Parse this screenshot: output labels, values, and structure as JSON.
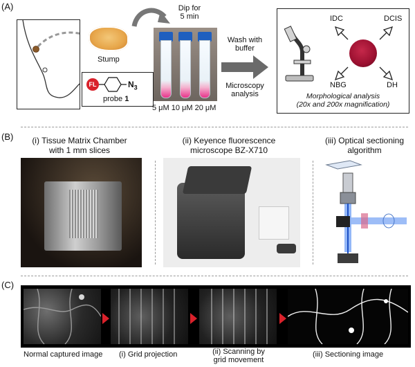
{
  "panel_a": {
    "letter": "(A)",
    "stump_label": "Stump",
    "dip_label_line1": "Dip for",
    "dip_label_line2": "5 min",
    "fl_badge": "FL",
    "azide_label": "N",
    "azide_sub": "3",
    "probe_label": "probe",
    "probe_number": "1",
    "concentrations": "5 μM 10 μM 20 μM",
    "wash_line1": "Wash with",
    "wash_line2": "buffer",
    "micro_line1": "Microscopy",
    "micro_line2": "analysis",
    "outcomes": {
      "idc": "IDC",
      "dcis": "DCIS",
      "nbg": "NBG",
      "dh": "DH"
    },
    "morph_line1": "Morphological analysis",
    "morph_line2": "(20x and 200x magnification)"
  },
  "panel_b": {
    "letter": "(B)",
    "i_line1": "(i) Tissue Matrix Chamber",
    "i_line2": "with 1 mm slices",
    "ii_line1": "(ii) Keyence fluorescence",
    "ii_line2": "microscope BZ-X710",
    "iii_line1": "(iii) Optical sectioning",
    "iii_line2": "algorithm"
  },
  "panel_c": {
    "letter": "(C)",
    "caption_1": "Normal captured image",
    "caption_2": "(i) Grid projection",
    "caption_3_line1": "(ii) Scanning by",
    "caption_3_line2": "grid movement",
    "caption_4": "(iii) Sectioning image"
  },
  "colors": {
    "tube_cap": "#1f5fbf",
    "pink_solution": "#e7338a",
    "fl_badge": "#d9212b",
    "stained_tissue": "#9b1030",
    "arrow_red": "#d9212b",
    "panel_border": "#222222"
  },
  "icons": [
    "breast-outline-icon",
    "microscope-icon",
    "right-arrow-icon",
    "curved-arrow-icon",
    "diagonal-arrow-icon"
  ]
}
